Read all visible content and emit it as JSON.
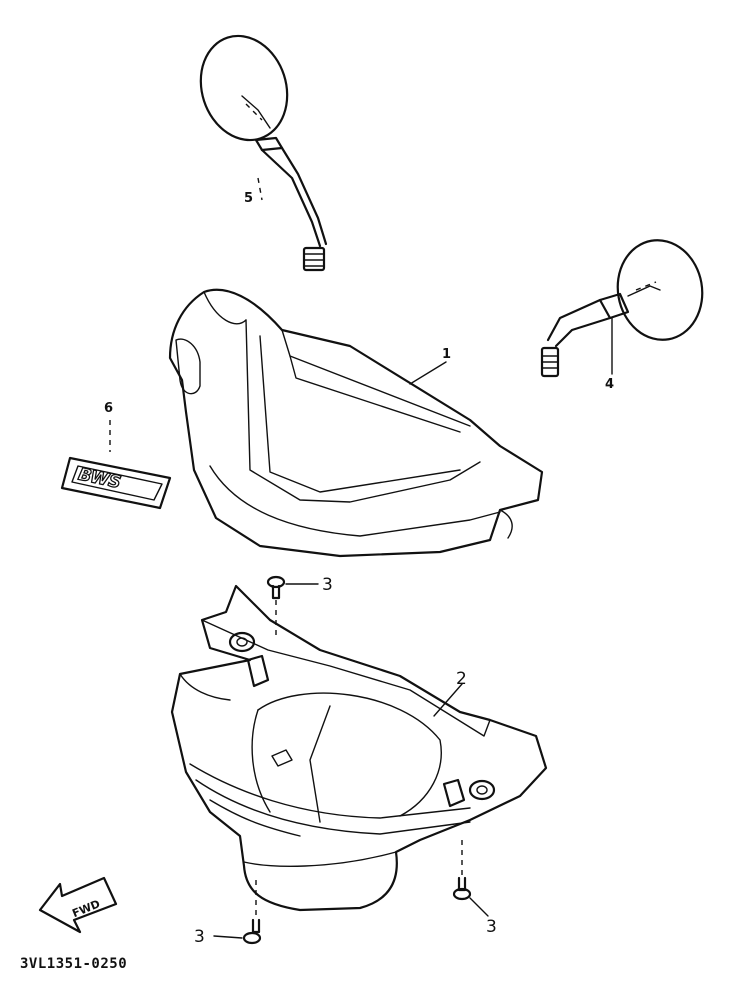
{
  "diagram": {
    "drawing_code": "3VL1351-0250",
    "fwd_label": "FWD",
    "emblem_text": "BWS",
    "callouts": [
      {
        "id": "1",
        "label": "1"
      },
      {
        "id": "2",
        "label": "2"
      },
      {
        "id": "3",
        "label": "3"
      },
      {
        "id": "4",
        "label": "4"
      },
      {
        "id": "5",
        "label": "5"
      },
      {
        "id": "6",
        "label": "6"
      }
    ]
  }
}
